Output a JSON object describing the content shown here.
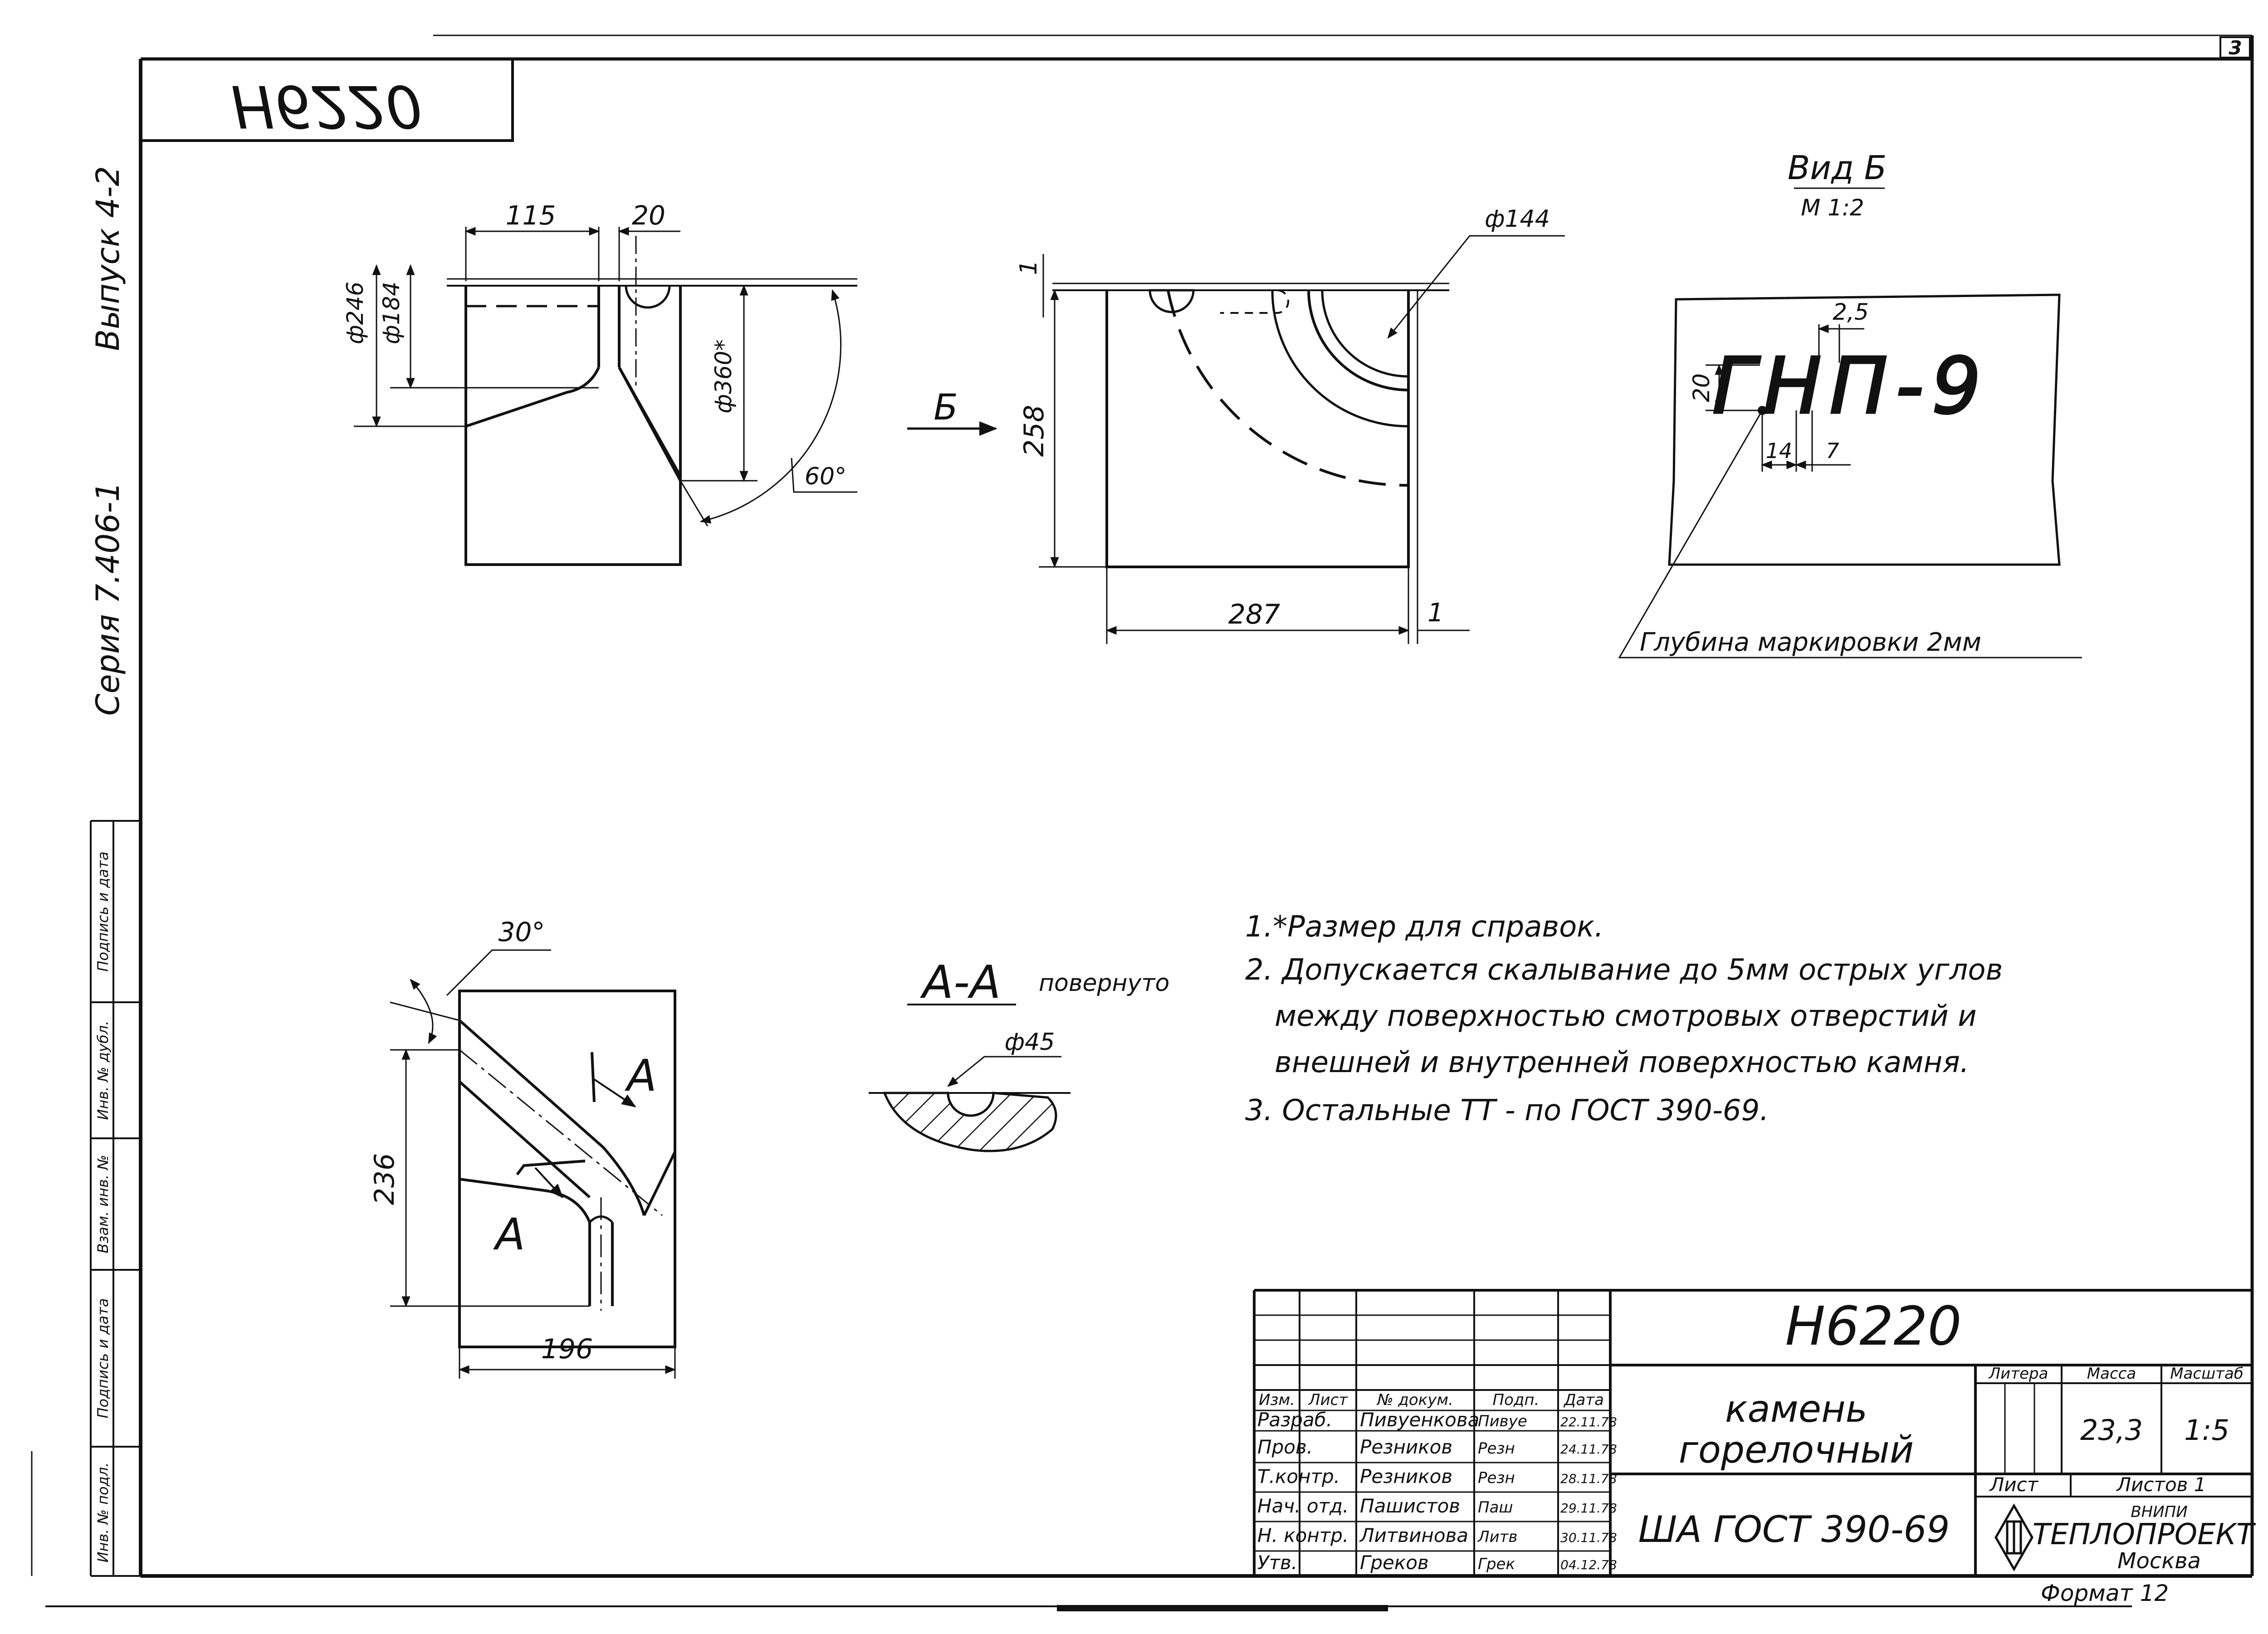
{
  "sheet_stamp": {
    "corner_mark": "3",
    "mirrored_code": "H6220"
  },
  "side_margin": {
    "series": "Серия 7.406-1",
    "issue": "Выпуск 4-2",
    "columns": [
      "Инв. № подл.",
      "Подпись и дата",
      "Взам. инв. №",
      "Инв. № дубл.",
      "Подпись и дата"
    ]
  },
  "views": {
    "front": {
      "dims": {
        "w115": "115",
        "w20": "20",
        "d246": "ф246",
        "d184": "ф184",
        "d360": "ф360*",
        "a60": "60°"
      }
    },
    "arrow_label": "Б",
    "side": {
      "dims": {
        "d144": "ф144",
        "t1_top": "1",
        "h258": "258",
        "w287": "287",
        "t1_right": "1"
      }
    },
    "view_b": {
      "title": "Вид Б",
      "scale": "М 1:2",
      "marking": "ГНП-9",
      "dims": {
        "w25": "2,5",
        "h20": "20",
        "w14": "14",
        "w7": "7"
      },
      "depth_note": "Глубина маркировки 2мм"
    },
    "bottom": {
      "dims": {
        "a30": "30°",
        "h236": "236",
        "w196": "196"
      },
      "cut_label_1": "А",
      "cut_label_2": "А"
    },
    "section": {
      "title": "А-А",
      "title_note": "повернуто",
      "dim_d45": "ф45"
    }
  },
  "notes": [
    "1.*Размер для справок.",
    "2. Допускается скалывание до 5мм острых углов",
    "между поверхностью смотровых отверстий и",
    "внешней и внутренней поверхностью камня.",
    "3. Остальные ТТ - по ГОСТ 390-69."
  ],
  "title_block": {
    "code": "H6220",
    "headers": [
      "Изм.",
      "Лист",
      "№ докум.",
      "Подп.",
      "Дата"
    ],
    "staff": [
      {
        "role": "Разраб.",
        "name": "Пивуенкова",
        "sign": "Пивуе",
        "date": "22.11.78"
      },
      {
        "role": "Пров.",
        "name": "Резников",
        "sign": "Резн",
        "date": "24.11.78"
      },
      {
        "role": "Т.контр.",
        "name": "Резников",
        "sign": "Резн",
        "date": "28.11.78"
      },
      {
        "role": "Нач. отд.",
        "name": "Пашистов",
        "sign": "Паш",
        "date": "29.11.78"
      },
      {
        "role": "Н. контр.",
        "name": "Литвинова",
        "sign": "Литв",
        "date": "30.11.78"
      },
      {
        "role": "Утв.",
        "name": "Греков",
        "sign": "Грек",
        "date": "04.12.78"
      }
    ],
    "name_line_1": "камень",
    "name_line_2": "горелочный",
    "material": "ША ГОСТ 390-69",
    "litera_label": "Литера",
    "mass_label": "Масса",
    "scale_label": "Масштаб",
    "mass_value": "23,3",
    "scale_value": "1:5",
    "sheet_label": "Лист",
    "sheets_label": "Листов 1",
    "org_top": "ВНИПИ",
    "org_name": "ТЕПЛОПРОЕКТ",
    "org_city": "Москва",
    "format": "Формат 12"
  }
}
